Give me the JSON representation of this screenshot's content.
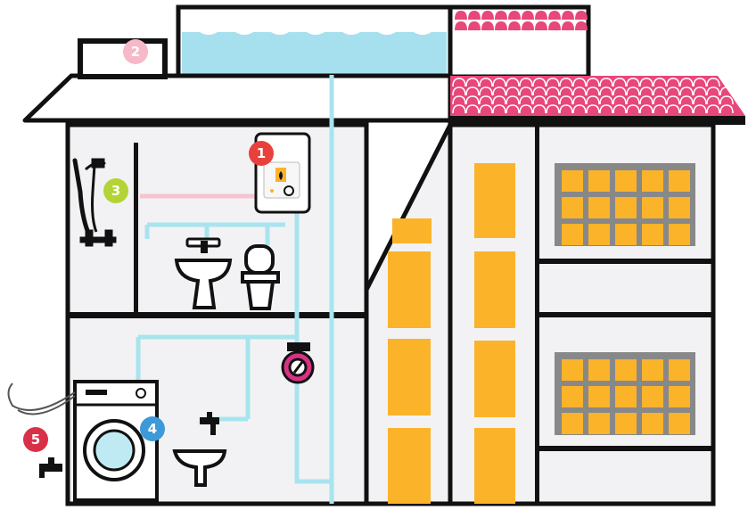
{
  "diagram": {
    "markers": [
      {
        "id": "1",
        "label": "1",
        "component": "water-heater",
        "color": "#e8413c"
      },
      {
        "id": "2",
        "label": "2",
        "component": "roof-solar-panel",
        "color": "#f7b8c8"
      },
      {
        "id": "3",
        "label": "3",
        "component": "shower",
        "color": "#b4d334"
      },
      {
        "id": "4",
        "label": "4",
        "component": "washing-machine",
        "color": "#3c9ad8"
      },
      {
        "id": "5",
        "label": "5",
        "component": "outdoor-tap",
        "color": "#d9304a"
      }
    ],
    "colors": {
      "outline": "#111111",
      "wall": "#f2f2f4",
      "roof_tiles": "#e8477a",
      "window_fill": "#fbb32a",
      "window_frame": "#888888",
      "water_tank": "#a6e0ee",
      "cold_pipe": "#a8e4ee",
      "hot_pipe": "#f7c3d2",
      "pump": "#d63384"
    }
  }
}
